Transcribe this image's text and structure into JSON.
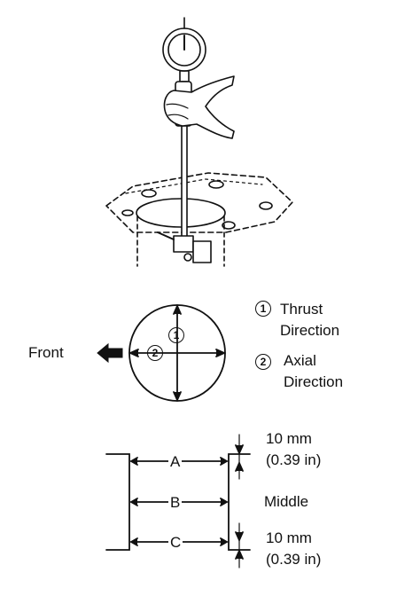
{
  "legend": {
    "item1": {
      "number": "1",
      "line1": "Thrust",
      "line2": "Direction"
    },
    "item2": {
      "number": "2",
      "line1": "Axial",
      "line2": "Direction"
    }
  },
  "bore_view": {
    "front_label": "Front",
    "marker_1": "1",
    "marker_2": "2"
  },
  "depth_positions": {
    "a": "A",
    "b": "B",
    "c": "C",
    "top_offset_mm": "10 mm",
    "top_offset_in": "(0.39 in)",
    "middle": "Middle",
    "bottom_offset_mm": "10 mm",
    "bottom_offset_in": "(0.39 in)"
  }
}
